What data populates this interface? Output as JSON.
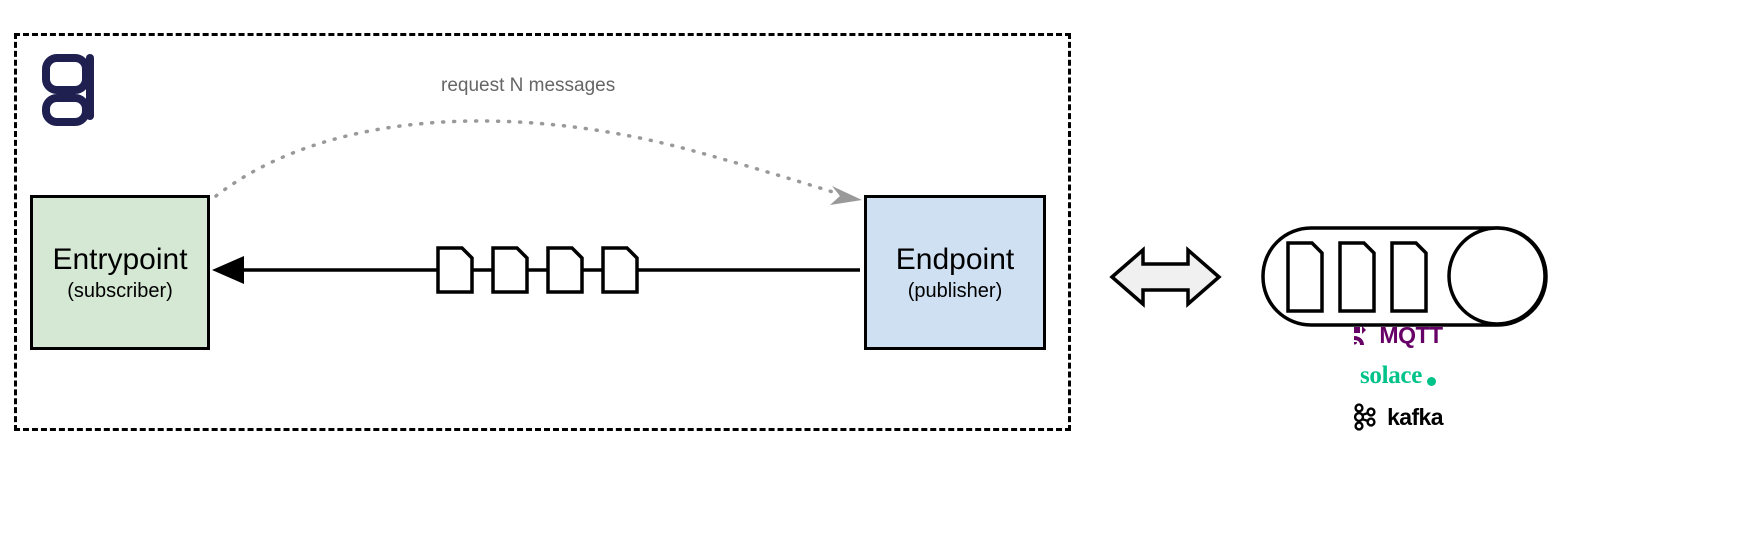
{
  "diagram": {
    "logo": {
      "name": "g",
      "color": "#1f2050"
    },
    "nodes": [
      {
        "id": "entrypoint",
        "title": "Entrypoint",
        "subtitle": "(subscriber)",
        "fill": "#d5e8d4",
        "stroke": "#000000"
      },
      {
        "id": "endpoint",
        "title": "Endpoint",
        "subtitle": "(publisher)",
        "fill": "#cfe0f3",
        "stroke": "#000000"
      }
    ],
    "edges": [
      {
        "id": "request",
        "label": "request N messages",
        "style": "dotted",
        "color": "#999999",
        "direction": "entrypoint-to-endpoint"
      },
      {
        "id": "delivery",
        "label": "",
        "style": "solid",
        "color": "#000000",
        "direction": "endpoint-to-entrypoint",
        "message_count": 4
      }
    ],
    "exchange_arrow": {
      "name": "bidirectional-arrow",
      "fill": "#f0f0f0",
      "stroke": "#000000"
    },
    "queue": {
      "name": "message-queue",
      "message_count": 3,
      "stroke": "#000000"
    },
    "brokers": [
      {
        "name": "MQTT",
        "color": "#660066",
        "icon": "mqtt-icon"
      },
      {
        "name": "solace",
        "color": "#00c389",
        "icon": "solace-dot-icon"
      },
      {
        "name": "kafka",
        "color": "#000000",
        "icon": "kafka-icon"
      }
    ]
  }
}
